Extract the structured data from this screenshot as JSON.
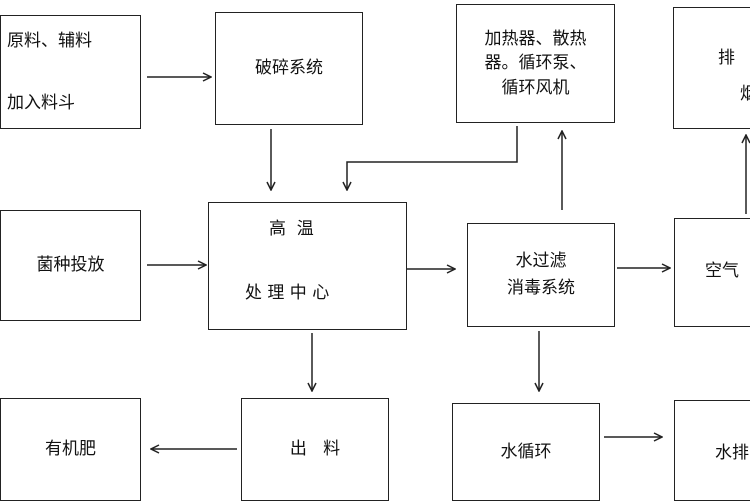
{
  "nodes": {
    "raw_feed": {
      "line1": "原料、辅料",
      "line2": "加入料斗"
    },
    "crusher": {
      "label": "破碎系统"
    },
    "heat_equipment": {
      "line1": "加热器、散热",
      "line2": "器。循环泵、",
      "line3": "循环风机"
    },
    "exhaust": {
      "line1": "排",
      "line2": "烟"
    },
    "inoculum": {
      "label": "菌种投放"
    },
    "high_temp_center": {
      "line1": "高  温",
      "line2": "处 理 中 心"
    },
    "water_filter": {
      "line1": "水过滤",
      "line2": "消毒系统"
    },
    "air_partial": {
      "label": "空气"
    },
    "fertilizer": {
      "label": "有机肥"
    },
    "discharge": {
      "label": "出   料"
    },
    "water_cycle": {
      "label": "水循环"
    },
    "water_discharge_partial": {
      "label": "水排"
    }
  }
}
